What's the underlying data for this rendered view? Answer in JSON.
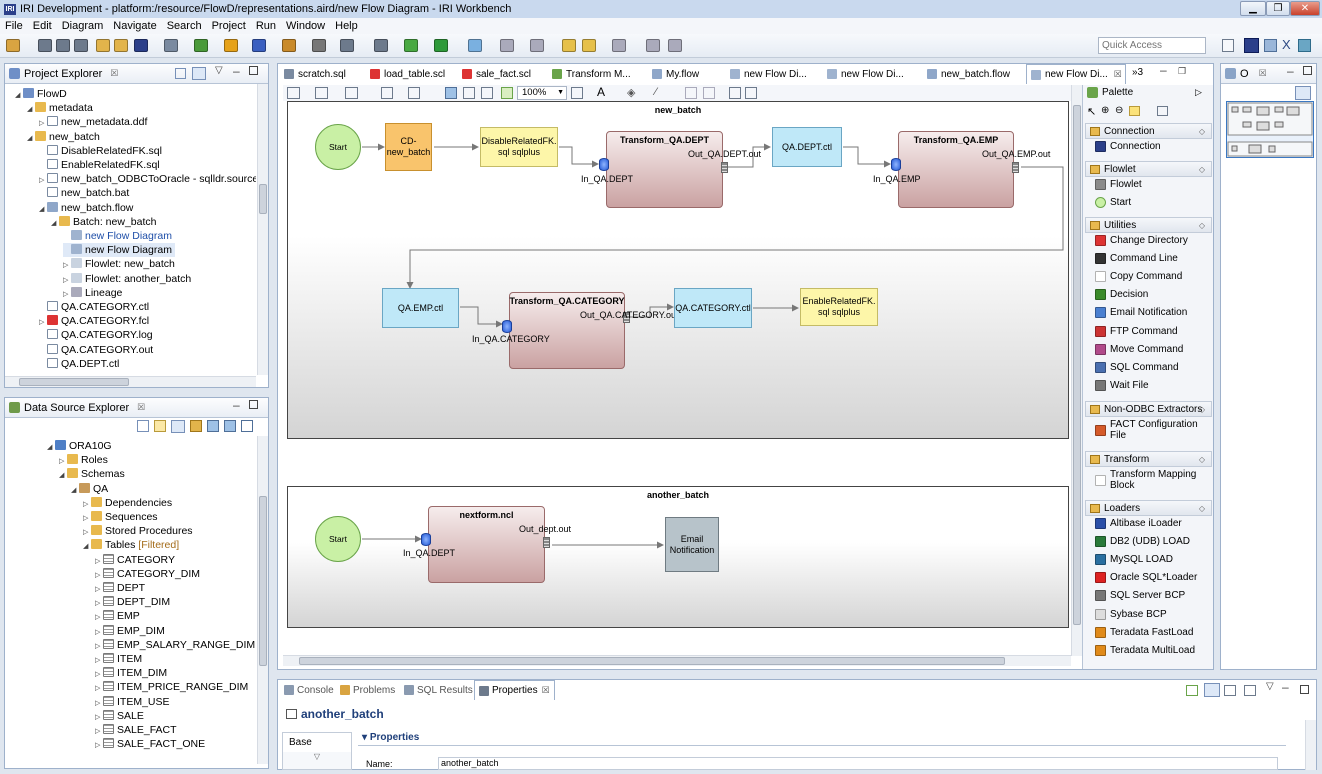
{
  "window": {
    "title": "IRI Development - platform:/resource/FlowD/representations.aird/new Flow Diagram - IRI Workbench",
    "logo": "IRI"
  },
  "menu": [
    "File",
    "Edit",
    "Diagram",
    "Navigate",
    "Search",
    "Project",
    "Run",
    "Window",
    "Help"
  ],
  "quick_access": {
    "placeholder": "Quick Access"
  },
  "project_explorer": {
    "title": "Project Explorer",
    "items": [
      {
        "label": "FlowD",
        "depth": 0,
        "icon": "project-icon",
        "tw": "open"
      },
      {
        "label": "metadata",
        "depth": 1,
        "icon": "folder-icon",
        "tw": "open"
      },
      {
        "label": "new_metadata.ddf",
        "depth": 2,
        "icon": "file-icon",
        "tw": "closed"
      },
      {
        "label": "new_batch",
        "depth": 1,
        "icon": "folder-icon",
        "tw": "open"
      },
      {
        "label": "DisableRelatedFK.sql",
        "depth": 2,
        "icon": "file-icon",
        "tw": ""
      },
      {
        "label": "EnableRelatedFK.sql",
        "depth": 2,
        "icon": "file-icon",
        "tw": ""
      },
      {
        "label": "new_batch_ODBCToOracle - sqlldr.sourcet",
        "depth": 2,
        "icon": "file-icon",
        "tw": "closed"
      },
      {
        "label": "new_batch.bat",
        "depth": 2,
        "icon": "file-icon",
        "tw": ""
      },
      {
        "label": "new_batch.flow",
        "depth": 2,
        "icon": "flow-icon",
        "tw": "open"
      },
      {
        "label": "Batch: new_batch",
        "depth": 3,
        "icon": "batch-icon",
        "tw": "open"
      },
      {
        "label": "new Flow Diagram",
        "depth": 4,
        "icon": "diagram-icon",
        "tw": "",
        "link": true
      },
      {
        "label": "new Flow Diagram",
        "depth": 4,
        "icon": "diagram-icon",
        "tw": "",
        "selected": true
      },
      {
        "label": "Flowlet: new_batch",
        "depth": 4,
        "icon": "flowlet-icon",
        "tw": "closed"
      },
      {
        "label": "Flowlet: another_batch",
        "depth": 4,
        "icon": "flowlet-icon",
        "tw": "closed"
      },
      {
        "label": "Lineage",
        "depth": 4,
        "icon": "lineage-icon",
        "tw": "closed"
      },
      {
        "label": "QA.CATEGORY.ctl",
        "depth": 2,
        "icon": "file-icon",
        "tw": ""
      },
      {
        "label": "QA.CATEGORY.fcl",
        "depth": 2,
        "icon": "fcl-icon",
        "tw": "closed"
      },
      {
        "label": "QA.CATEGORY.log",
        "depth": 2,
        "icon": "file-icon",
        "tw": ""
      },
      {
        "label": "QA.CATEGORY.out",
        "depth": 2,
        "icon": "file-icon",
        "tw": ""
      },
      {
        "label": "QA.DEPT.ctl",
        "depth": 2,
        "icon": "file-icon",
        "tw": ""
      }
    ]
  },
  "data_source_explorer": {
    "title": "Data Source Explorer",
    "items": [
      {
        "label": "ORA10G",
        "depth": 0,
        "icon": "database-icon",
        "tw": "open"
      },
      {
        "label": "Roles",
        "depth": 1,
        "icon": "folder-icon",
        "tw": "closed"
      },
      {
        "label": "Schemas",
        "depth": 1,
        "icon": "folder-icon",
        "tw": "open"
      },
      {
        "label": "QA",
        "depth": 2,
        "icon": "schema-icon",
        "tw": "open"
      },
      {
        "label": "Dependencies",
        "depth": 3,
        "icon": "folder-icon",
        "tw": "closed"
      },
      {
        "label": "Sequences",
        "depth": 3,
        "icon": "folder-icon",
        "tw": "closed"
      },
      {
        "label": "Stored Procedures",
        "depth": 3,
        "icon": "folder-icon",
        "tw": "closed"
      },
      {
        "label": "Tables",
        "depth": 3,
        "icon": "folder-icon",
        "tw": "open",
        "suffix": "[Filtered]"
      },
      {
        "label": "CATEGORY",
        "depth": 4,
        "icon": "table-icon",
        "tw": "closed"
      },
      {
        "label": "CATEGORY_DIM",
        "depth": 4,
        "icon": "table-icon",
        "tw": "closed"
      },
      {
        "label": "DEPT",
        "depth": 4,
        "icon": "table-icon",
        "tw": "closed"
      },
      {
        "label": "DEPT_DIM",
        "depth": 4,
        "icon": "table-icon",
        "tw": "closed"
      },
      {
        "label": "EMP",
        "depth": 4,
        "icon": "table-icon",
        "tw": "closed"
      },
      {
        "label": "EMP_DIM",
        "depth": 4,
        "icon": "table-icon",
        "tw": "closed"
      },
      {
        "label": "EMP_SALARY_RANGE_DIM",
        "depth": 4,
        "icon": "table-icon",
        "tw": "closed"
      },
      {
        "label": "ITEM",
        "depth": 4,
        "icon": "table-icon",
        "tw": "closed"
      },
      {
        "label": "ITEM_DIM",
        "depth": 4,
        "icon": "table-icon",
        "tw": "closed"
      },
      {
        "label": "ITEM_PRICE_RANGE_DIM",
        "depth": 4,
        "icon": "table-icon",
        "tw": "closed"
      },
      {
        "label": "ITEM_USE",
        "depth": 4,
        "icon": "table-icon",
        "tw": "closed"
      },
      {
        "label": "SALE",
        "depth": 4,
        "icon": "table-icon",
        "tw": "closed"
      },
      {
        "label": "SALE_FACT",
        "depth": 4,
        "icon": "table-icon",
        "tw": "closed"
      },
      {
        "label": "SALE_FACT_ONE",
        "depth": 4,
        "icon": "table-icon",
        "tw": "closed"
      }
    ]
  },
  "editor_tabs": [
    {
      "label": "scratch.sql",
      "icon": "sql-file-icon"
    },
    {
      "label": "load_table.scl",
      "icon": "scl-file-icon"
    },
    {
      "label": "sale_fact.scl",
      "icon": "scl-file-icon"
    },
    {
      "label": "Transform M...",
      "icon": "transform-icon"
    },
    {
      "label": "My.flow",
      "icon": "flow-icon"
    },
    {
      "label": "new Flow Di...",
      "icon": "diagram-icon"
    },
    {
      "label": "new Flow Di...",
      "icon": "diagram-icon"
    },
    {
      "label": "new_batch.flow",
      "icon": "flow-icon"
    },
    {
      "label": "new Flow Di...",
      "icon": "diagram-icon",
      "active": true
    }
  ],
  "editor_overflow": "»3",
  "zoom": "100%",
  "diagram": {
    "batch1": {
      "title": "new_batch",
      "start": "Start",
      "cd": "CD-\nnew_batch",
      "disable": "DisableRelatedFK.\nsql sqlplus",
      "t_dept": "Transform_QA.DEPT",
      "in_dept": "In_QA.DEPT",
      "out_dept": "Out_QA.DEPT.out",
      "dept_ctl": "QA.DEPT.ctl",
      "t_emp": "Transform_QA.EMP",
      "in_emp": "In_QA.EMP",
      "out_emp": "Out_QA.EMP.out",
      "emp_ctl": "QA.EMP.ctl",
      "t_cat": "Transform_QA.CATEGORY",
      "in_cat": "In_QA.CATEGORY",
      "out_cat": "Out_QA.CATEGORY.out",
      "cat_ctl": "QA.CATEGORY.ctl",
      "enable": "EnableRelatedFK.\nsql sqlplus"
    },
    "batch2": {
      "title": "another_batch",
      "start": "Start",
      "t_next": "nextform.ncl",
      "in_dept": "In_QA.DEPT",
      "out_dept": "Out_dept.out",
      "email": "Email\nNotification"
    }
  },
  "palette": {
    "title": "Palette",
    "sections": [
      {
        "title": "Connection",
        "items": [
          {
            "label": "Connection",
            "icon": "connection-icon"
          }
        ]
      },
      {
        "title": "Flowlet",
        "items": [
          {
            "label": "Flowlet",
            "icon": "flowlet-icon"
          },
          {
            "label": "Start",
            "icon": "start-icon"
          }
        ]
      },
      {
        "title": "Utilities",
        "items": [
          {
            "label": "Change Directory",
            "icon": "change-directory-icon"
          },
          {
            "label": "Command Line",
            "icon": "command-line-icon"
          },
          {
            "label": "Copy Command",
            "icon": "copy-icon"
          },
          {
            "label": "Decision",
            "icon": "decision-icon"
          },
          {
            "label": "Email Notification",
            "icon": "email-icon"
          },
          {
            "label": "FTP Command",
            "icon": "ftp-icon"
          },
          {
            "label": "Move Command",
            "icon": "move-icon"
          },
          {
            "label": "SQL Command",
            "icon": "sql-icon"
          },
          {
            "label": "Wait File",
            "icon": "hourglass-icon"
          }
        ]
      },
      {
        "title": "Non-ODBC Extractors",
        "items": [
          {
            "label": "FACT Configuration\nFile",
            "icon": "fact-icon"
          }
        ]
      },
      {
        "title": "Transform",
        "items": [
          {
            "label": "Transform Mapping\nBlock",
            "icon": "transform-icon"
          }
        ]
      },
      {
        "title": "Loaders",
        "items": [
          {
            "label": "Altibase iLoader",
            "icon": "altibase-icon"
          },
          {
            "label": "DB2 (UDB) LOAD",
            "icon": "db2-icon"
          },
          {
            "label": "MySQL LOAD",
            "icon": "mysql-icon"
          },
          {
            "label": "Oracle SQL*Loader",
            "icon": "oracle-icon"
          },
          {
            "label": "SQL Server BCP",
            "icon": "sqlserver-icon"
          },
          {
            "label": "Sybase BCP",
            "icon": "sybase-icon"
          },
          {
            "label": "Teradata FastLoad",
            "icon": "teradata-icon"
          },
          {
            "label": "Teradata MultiLoad",
            "icon": "teradata-multi-icon"
          }
        ]
      }
    ]
  },
  "outline_tab": "O",
  "bottom_tabs": [
    {
      "label": "Console",
      "icon": "console-icon"
    },
    {
      "label": "Problems",
      "icon": "problems-icon"
    },
    {
      "label": "SQL Results",
      "icon": "sql-results-icon"
    },
    {
      "label": "Properties",
      "icon": "properties-icon",
      "active": true
    }
  ],
  "properties": {
    "heading": "another_batch",
    "tab": "Base",
    "section": "Properties",
    "name_label": "Name:",
    "name_value": "another_batch"
  }
}
